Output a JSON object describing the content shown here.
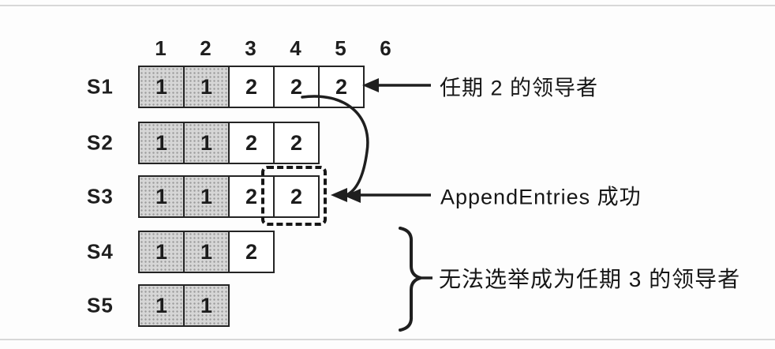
{
  "diagram": {
    "column_headers": [
      "1",
      "2",
      "3",
      "4",
      "5",
      "6"
    ],
    "servers": [
      {
        "label": "S1",
        "entries": [
          {
            "term": "1",
            "shaded": true
          },
          {
            "term": "1",
            "shaded": true
          },
          {
            "term": "2",
            "shaded": false
          },
          {
            "term": "2",
            "shaded": false
          },
          {
            "term": "2",
            "shaded": false
          }
        ]
      },
      {
        "label": "S2",
        "entries": [
          {
            "term": "1",
            "shaded": true
          },
          {
            "term": "1",
            "shaded": true
          },
          {
            "term": "2",
            "shaded": false
          },
          {
            "term": "2",
            "shaded": false
          }
        ]
      },
      {
        "label": "S3",
        "entries": [
          {
            "term": "1",
            "shaded": true
          },
          {
            "term": "1",
            "shaded": true
          },
          {
            "term": "2",
            "shaded": false
          },
          {
            "term": "2",
            "shaded": false
          }
        ],
        "highlighted_entry_index": 4
      },
      {
        "label": "S4",
        "entries": [
          {
            "term": "1",
            "shaded": true
          },
          {
            "term": "1",
            "shaded": true
          },
          {
            "term": "2",
            "shaded": false
          }
        ]
      },
      {
        "label": "S5",
        "entries": [
          {
            "term": "1",
            "shaded": true
          },
          {
            "term": "1",
            "shaded": true
          }
        ]
      }
    ],
    "annotations": {
      "term2_leader": "任期 2 的领导者",
      "append_entries_success": "AppendEntries 成功",
      "cannot_be_elected": "无法选举成为任期 3 的领导者"
    },
    "colors": {
      "line": "#1f1f1f",
      "shaded_cell": "#d6d6d6",
      "cell_border": "#242424",
      "background": "#fdfdfd"
    }
  }
}
